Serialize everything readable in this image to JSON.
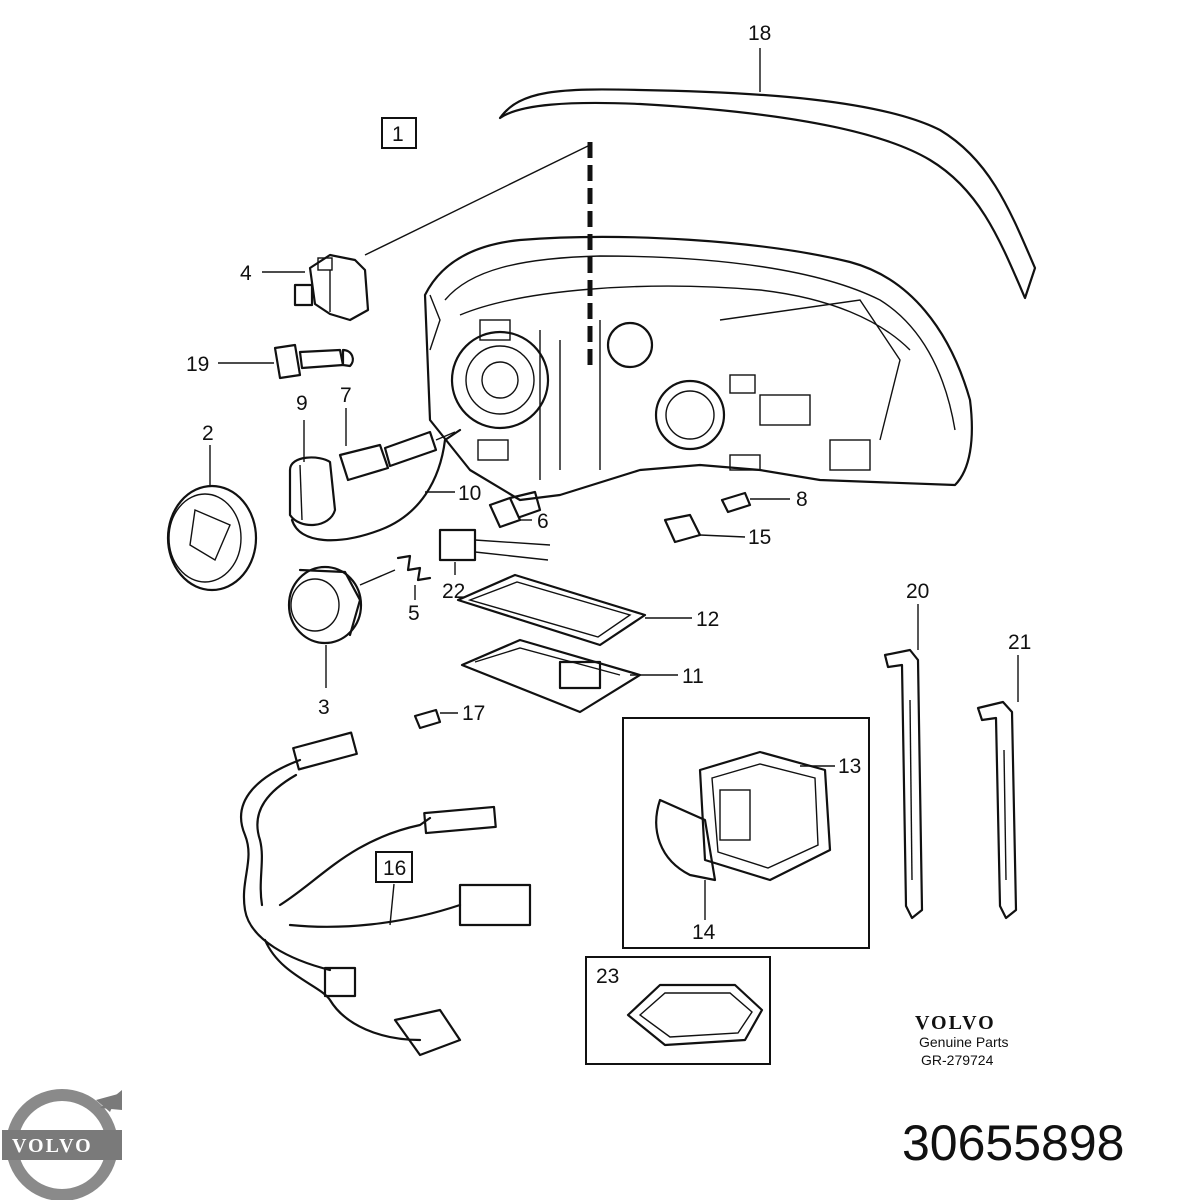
{
  "callouts": {
    "c1": "1",
    "c2": "2",
    "c3": "3",
    "c4": "4",
    "c5": "5",
    "c6": "6",
    "c7": "7",
    "c8": "8",
    "c9": "9",
    "c10": "10",
    "c11": "11",
    "c12": "12",
    "c13": "13",
    "c14": "14",
    "c15": "15",
    "c16": "16",
    "c17": "17",
    "c18": "18",
    "c19": "19",
    "c20": "20",
    "c21": "21",
    "c22": "22",
    "c23": "23"
  },
  "branding": {
    "brand_text": "VOLVO",
    "tagline": "Genuine Parts",
    "diagram_ref": "GR-279724",
    "logo_text": "VOLVO",
    "logo_color": "#7a7a7a"
  },
  "part_number": "30655898"
}
